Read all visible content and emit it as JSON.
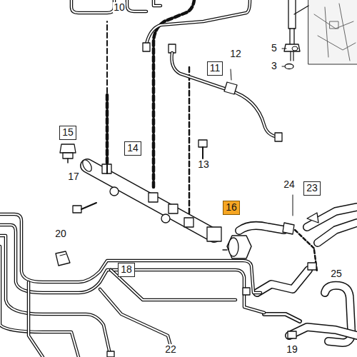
{
  "diagram": {
    "nodes": [
      {
        "text": [
          "11"
        ]
      },
      {
        "text": [
          "15"
        ]
      },
      {
        "text": [
          "14"
        ]
      },
      {
        "text": [
          "23"
        ]
      },
      {
        "text": [
          "16"
        ]
      },
      {
        "text": [
          "18"
        ]
      }
    ],
    "labels": [
      "10",
      "5",
      "3",
      "12",
      "13",
      "17",
      "24",
      "20",
      "25",
      "19",
      "22"
    ]
  }
}
